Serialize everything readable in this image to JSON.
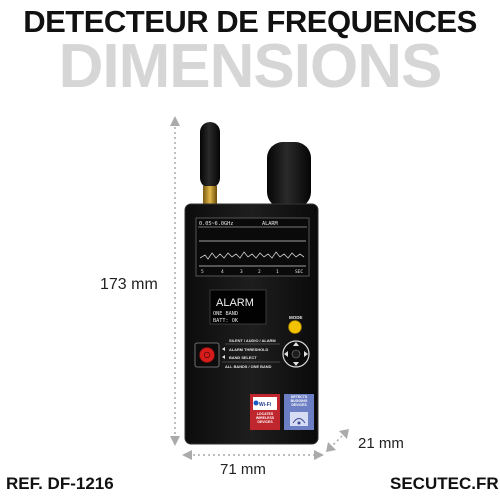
{
  "heading": {
    "line1": "DETECTEUR DE FREQUENCES",
    "line2": "DIMENSIONS"
  },
  "dimensions": {
    "height": "173 mm",
    "width": "71 mm",
    "depth": "21 mm"
  },
  "footer": {
    "reference": "REF. DF-1216",
    "brand": "SECUTEC.FR"
  },
  "device": {
    "screen": {
      "frequency": "0.05~6.0GHz",
      "mode": "ALARM",
      "scale": [
        "5",
        "4",
        "3",
        "2",
        "1",
        "SEC"
      ]
    },
    "oled": {
      "status": "ALARM",
      "line1": "ONE BAND",
      "line2": "BATT: OK"
    },
    "buttons": {
      "mode": "MODE",
      "silent": "SILENT / AUDIO / ALARM",
      "threshold": "ALARM THRESHOLD",
      "band_select": "BAND SELECT",
      "all_bands": "ALL BANDS / ONE BAND"
    },
    "badges": {
      "wifi": "Wi-Fi",
      "wireless": "LOCATES WIRELESS DEVICES",
      "bugging": "DETECTS BUGGING DEVICES"
    }
  },
  "colors": {
    "device_body": "#161616",
    "mode_button": "#f2c200",
    "power_button": "#d81c1c",
    "badge_red": "#c0262d",
    "badge_blue": "#6d7fc4"
  }
}
